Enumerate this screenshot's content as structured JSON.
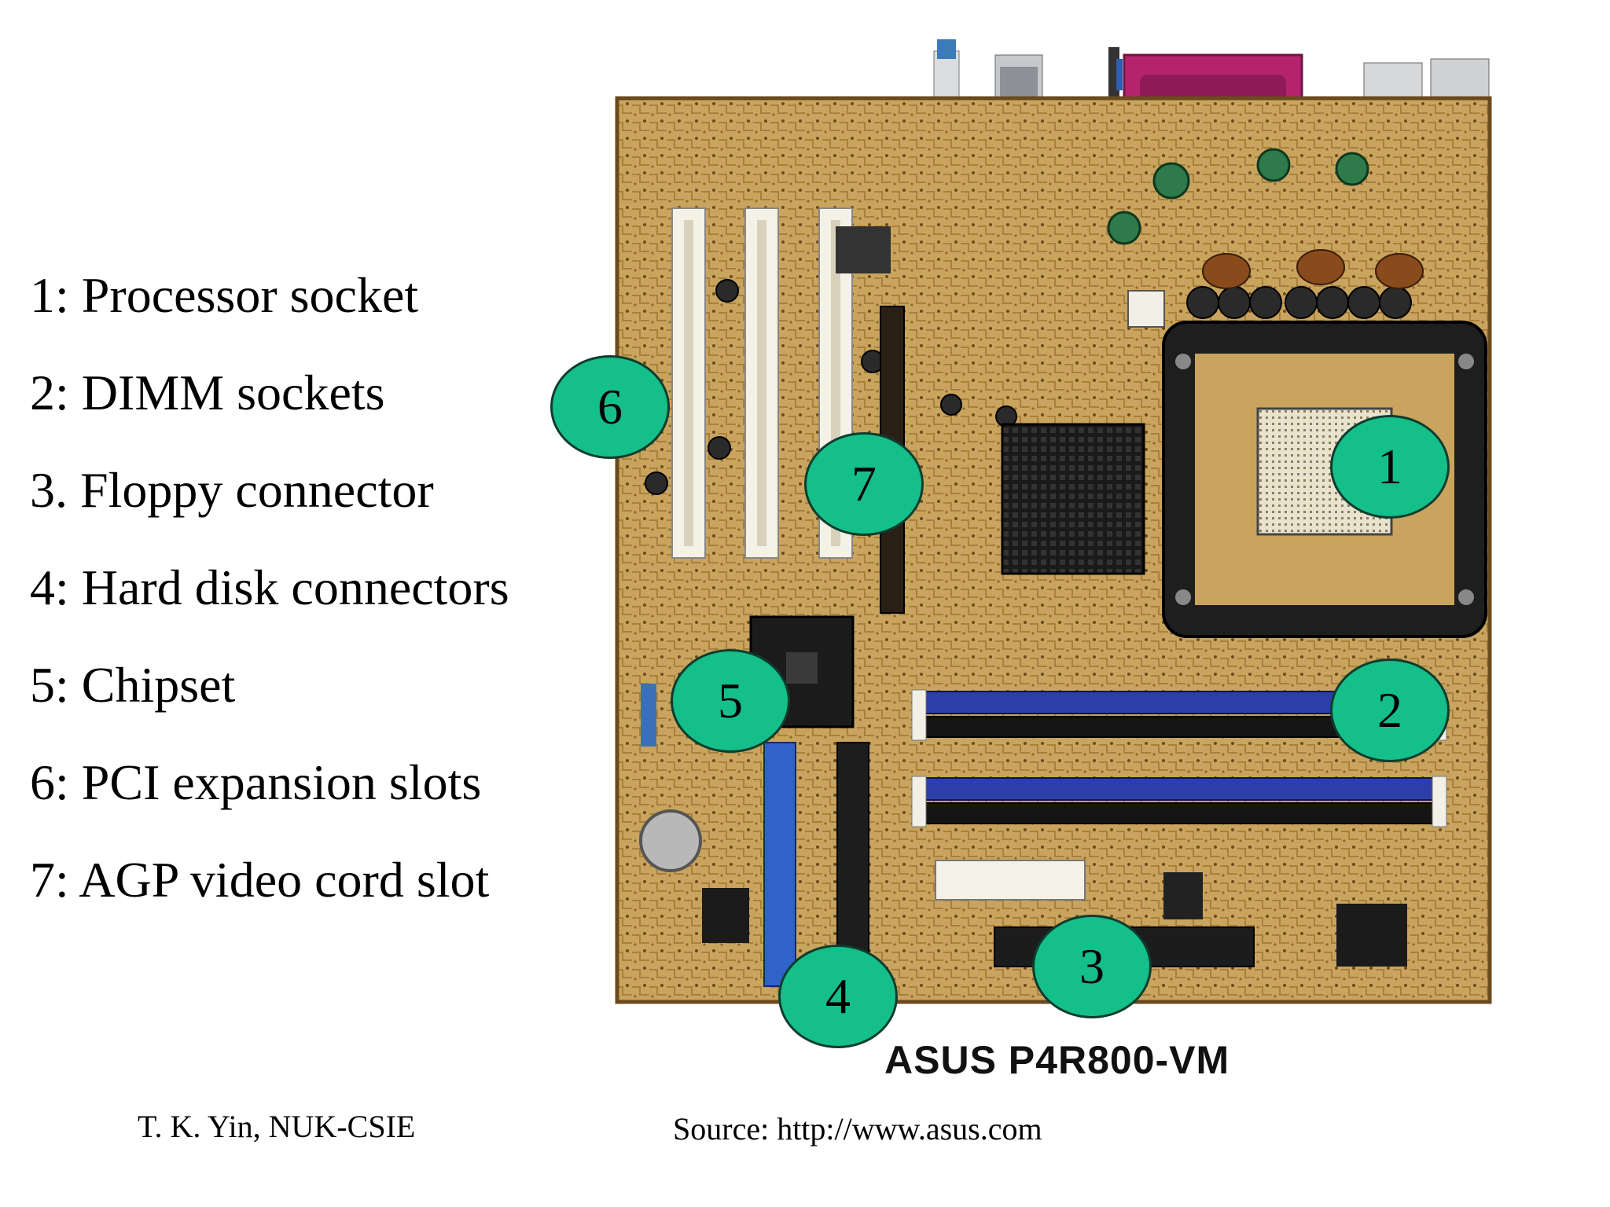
{
  "legend": {
    "items": [
      {
        "label": "1: Processor socket"
      },
      {
        "label": "2: DIMM sockets"
      },
      {
        "label": "3. Floppy connector"
      },
      {
        "label": "4: Hard disk connectors"
      },
      {
        "label": "5: Chipset"
      },
      {
        "label": "6: PCI expansion slots"
      },
      {
        "label": "7: AGP video cord slot"
      }
    ]
  },
  "diagram": {
    "board_model": "ASUS P4R800-VM",
    "callouts": [
      "1",
      "2",
      "3",
      "4",
      "5",
      "6",
      "7"
    ]
  },
  "footer": {
    "author": "T. K. Yin, NUK-CSIE",
    "source": "Source: http://www.asus.com"
  },
  "colors": {
    "callout_fill": "#15bf8a",
    "pcb": "#c9a45e",
    "dimm_slot": "#2c3ea8",
    "ide_connector": "#2f63c9",
    "printer_port": "#b5236f"
  }
}
